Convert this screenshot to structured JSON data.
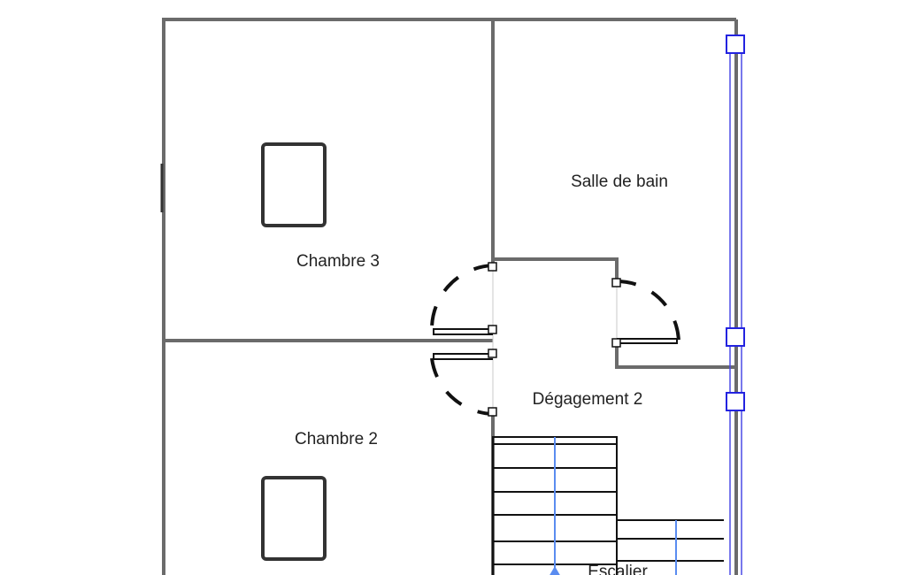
{
  "floor_plan": {
    "rooms": [
      {
        "id": "salle-de-bain",
        "label": "Salle de bain"
      },
      {
        "id": "chambre-3",
        "label": "Chambre 3"
      },
      {
        "id": "chambre-2",
        "label": "Chambre 2"
      },
      {
        "id": "degagement-2",
        "label": "Dégagement 2"
      },
      {
        "id": "escalier",
        "label": "Escalier"
      }
    ],
    "colors": {
      "wall": "#6b6b6b",
      "selection": "#4b4be6",
      "stair_arrow": "#5a8cf0"
    }
  }
}
